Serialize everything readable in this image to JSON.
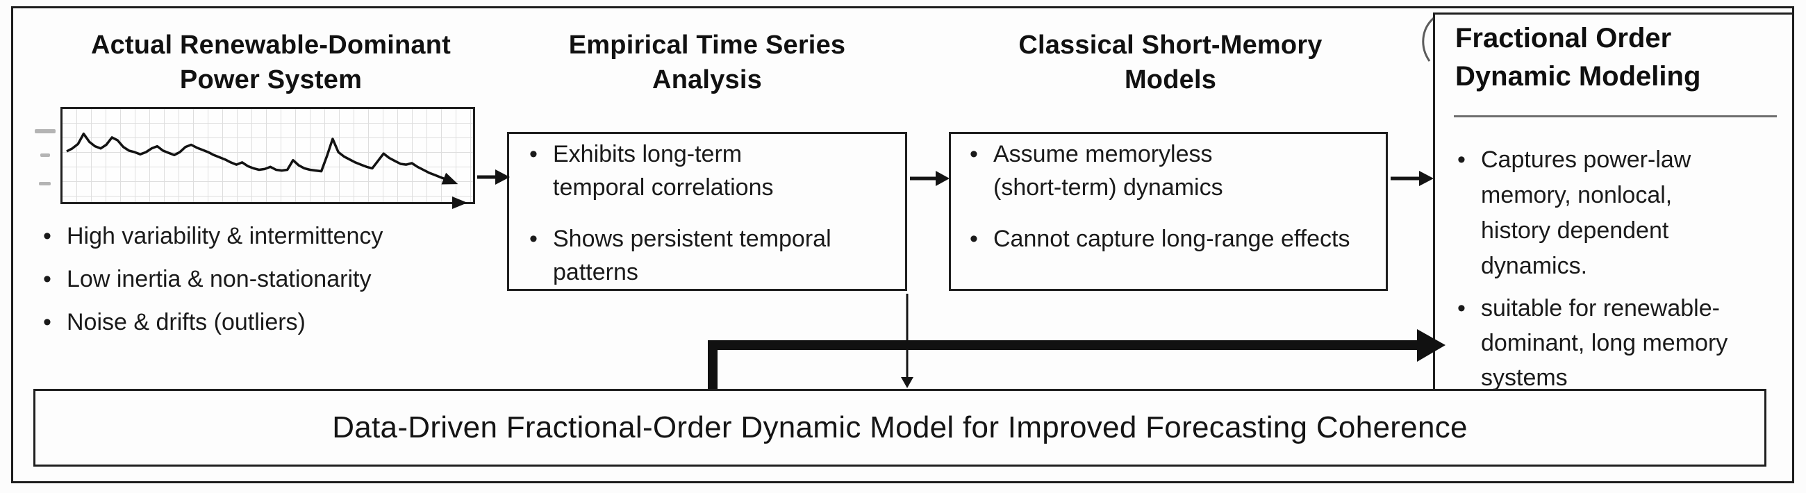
{
  "figure": {
    "sections": [
      {
        "id": "power-system",
        "title_lines": [
          "Actual Renewable-Dominant",
          "Power System"
        ],
        "bullets": [
          "High variability & intermittency",
          "Low inertia & non-stationarity",
          "Noise & drifts (outliers)"
        ]
      },
      {
        "id": "empirical-analysis",
        "title_lines": [
          "Empirical Time Series",
          "Analysis"
        ],
        "bullets": [
          "Exhibits long-term temporal correlations",
          "Shows persistent temporal patterns"
        ]
      },
      {
        "id": "classical-models",
        "title_lines": [
          "Classical Short-Memory",
          "Models"
        ],
        "bullets": [
          "Assume memoryless (short-term) dynamics",
          "Cannot capture long-range effects"
        ]
      },
      {
        "id": "fractional-modeling",
        "title_lines": [
          "Fractional Order",
          "Dynamic Modeling"
        ],
        "bullets": [
          "Captures power-law memory, nonlocal, history dependent dynamics.",
          "suitable for renewable-dominant, long memory systems"
        ]
      }
    ],
    "bottom_banner": "Data-Driven Fractional-Order Dynamic Model for Improved Forecasting Coherence",
    "colors": {
      "ink": "#141414",
      "border": "#1f1f1f",
      "grid": "#dedede",
      "background": "#fdfdfd"
    }
  },
  "chart_data": {
    "type": "line",
    "title": "",
    "xlabel": "",
    "ylabel": "",
    "legend": false,
    "grid": true,
    "ylim": [
      0,
      100
    ],
    "values": [
      50,
      54,
      60,
      74,
      63,
      57,
      54,
      59,
      69,
      65,
      56,
      51,
      49,
      46,
      49,
      54,
      57,
      51,
      48,
      45,
      49,
      56,
      59,
      55,
      52,
      49,
      45,
      42,
      39,
      35,
      32,
      35,
      30,
      27,
      25,
      26,
      29,
      25,
      24,
      25,
      38,
      31,
      27,
      25,
      24,
      23,
      44,
      67,
      49,
      43,
      39,
      35,
      32,
      29,
      27,
      37,
      47,
      41,
      37,
      33,
      32,
      34,
      29,
      25,
      21,
      18,
      15,
      12,
      9
    ]
  }
}
